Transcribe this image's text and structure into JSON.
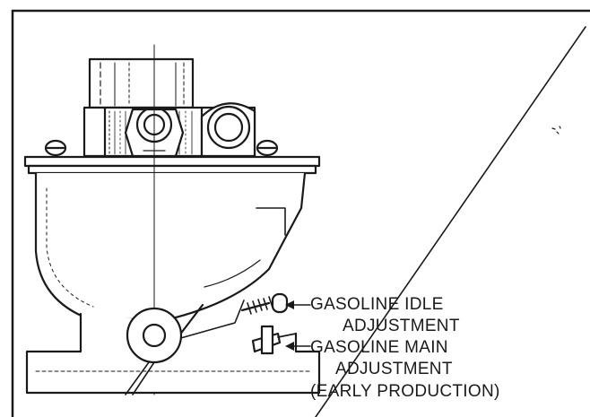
{
  "labels": {
    "idle_line1": "GASOLINE IDLE",
    "idle_line2": "ADJUSTMENT",
    "main_line1": "GASOLINE MAIN",
    "main_line2": "ADJUSTMENT",
    "main_line3": "(EARLY PRODUCTION)"
  }
}
